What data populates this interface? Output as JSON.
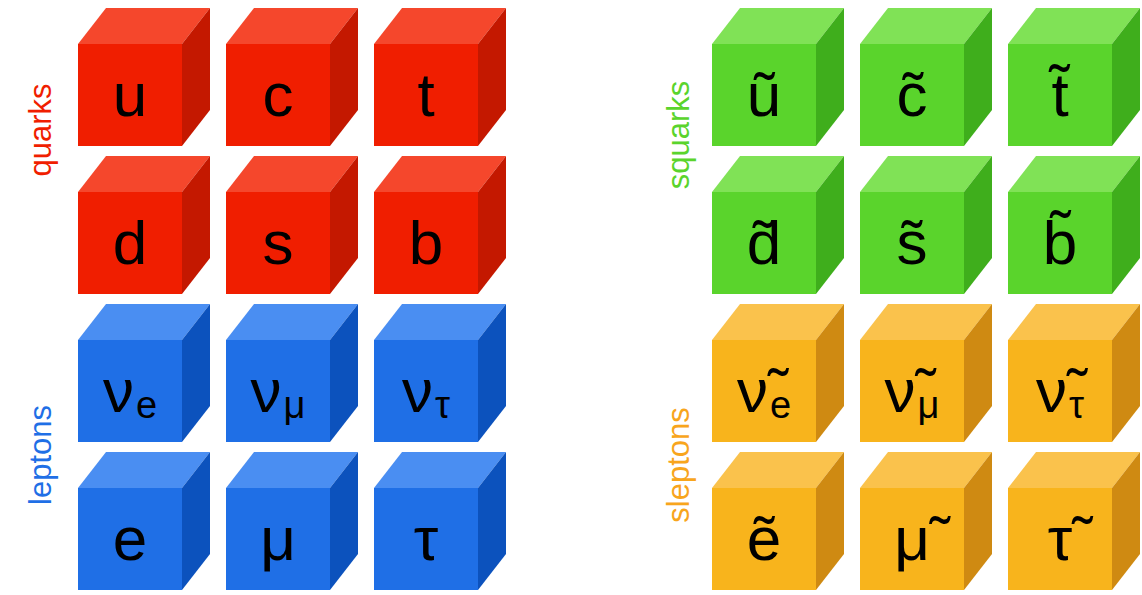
{
  "diagram": {
    "nodes": [
      {
        "text": [
          "u"
        ]
      },
      {
        "text": [
          "c"
        ]
      },
      {
        "text": [
          "t"
        ]
      },
      {
        "text": [
          "d"
        ]
      },
      {
        "text": [
          "s"
        ]
      },
      {
        "text": [
          "b"
        ]
      },
      {
        "text": [
          "ν",
          "e"
        ]
      },
      {
        "text": [
          "ν",
          "μ"
        ]
      },
      {
        "text": [
          "ν",
          "τ"
        ]
      },
      {
        "text": [
          "e"
        ]
      },
      {
        "text": [
          "μ"
        ]
      },
      {
        "text": [
          "τ"
        ]
      },
      {
        "text": [
          "ũ"
        ]
      },
      {
        "text": [
          "c̃"
        ]
      },
      {
        "text": [
          "t̃"
        ]
      },
      {
        "text": [
          "d̃"
        ]
      },
      {
        "text": [
          "s̃"
        ]
      },
      {
        "text": [
          "b̃"
        ]
      },
      {
        "text": [
          "ν̃",
          "e"
        ]
      },
      {
        "text": [
          "ν̃",
          "μ"
        ]
      },
      {
        "text": [
          "ν̃",
          "τ"
        ]
      },
      {
        "text": [
          "ẽ"
        ]
      },
      {
        "text": [
          "μ̃"
        ]
      },
      {
        "text": [
          "τ̃"
        ]
      }
    ],
    "labels": [
      "quarks",
      "leptons",
      "squarks",
      "sleptons"
    ]
  }
}
